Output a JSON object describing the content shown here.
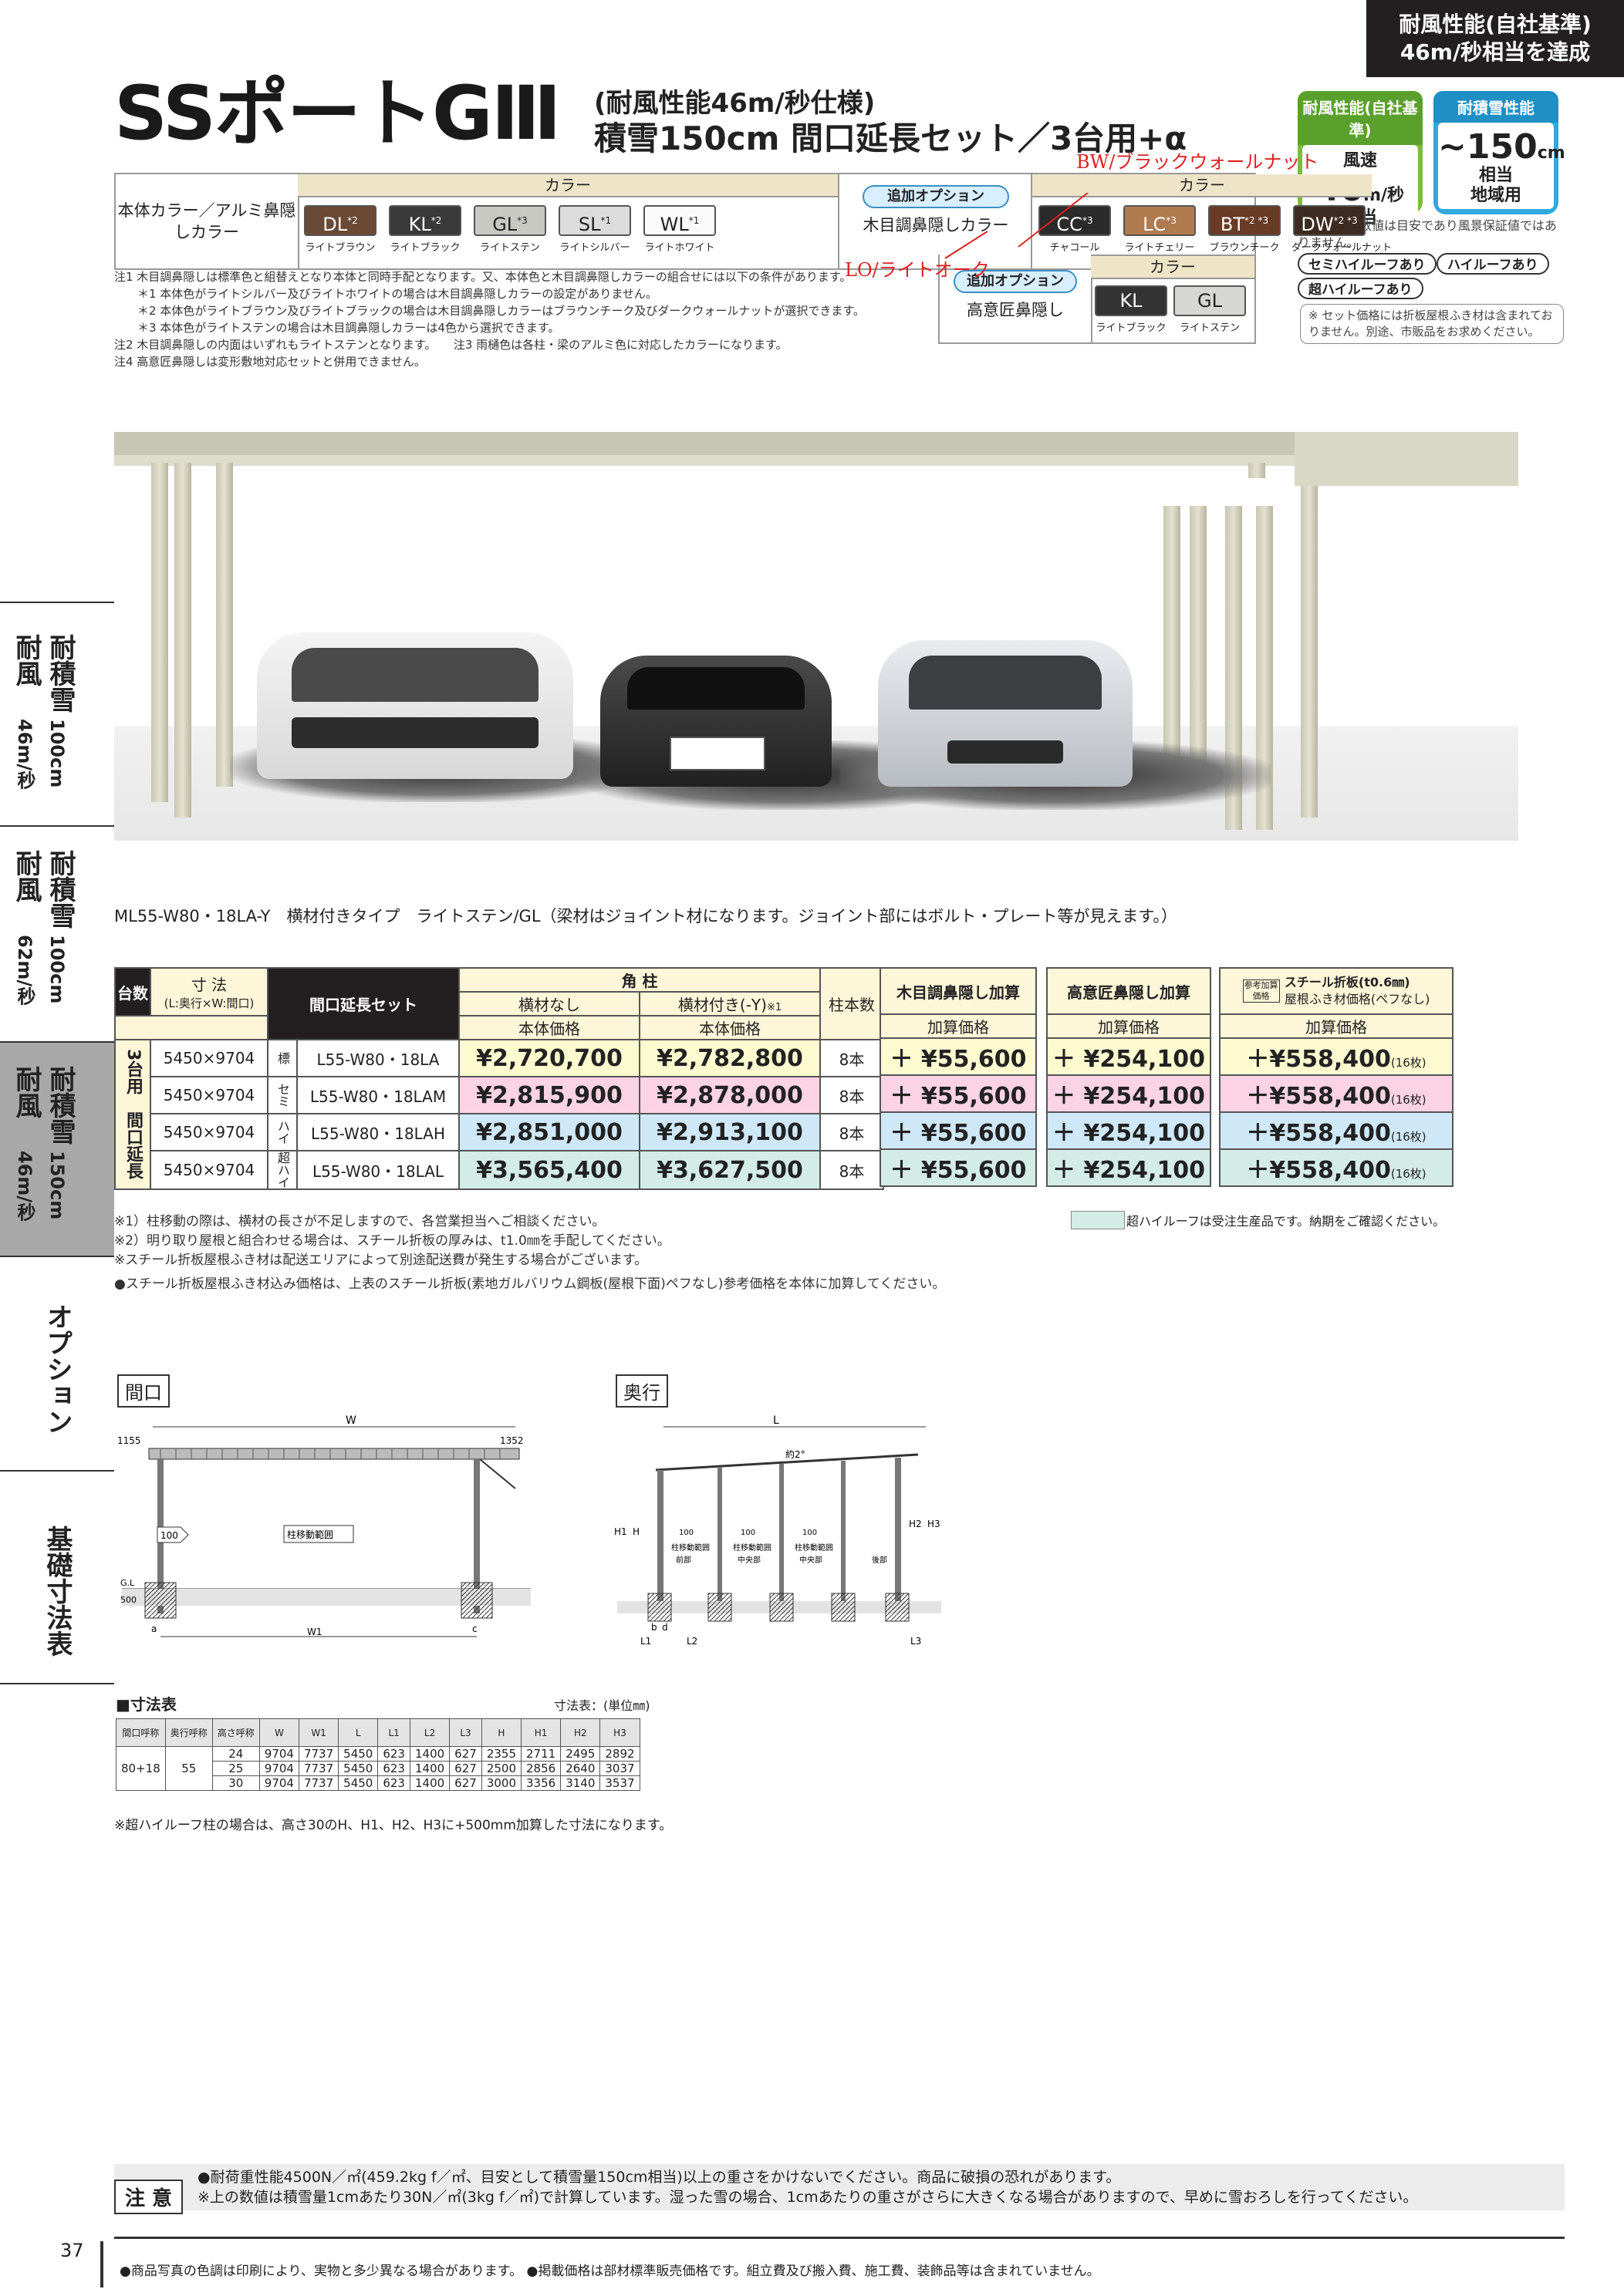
{
  "badge": {
    "line1": "耐風性能(自社基準)",
    "line2": "46m/秒相当を達成"
  },
  "title": {
    "main": "SSポートGⅢ",
    "sub1": "(耐風性能46m/秒仕様)",
    "sub2": "積雪150cm 間口延長セット／3台用+α"
  },
  "perf_wind": {
    "head": "耐風性能(自社基準)",
    "l1": "風速",
    "l2": "46",
    "unit": "m/秒",
    "l3": "相当"
  },
  "perf_snow": {
    "head": "耐積雪性能",
    "l1": "~150",
    "unit": "cm",
    "l2": "相当",
    "l3": "地域用"
  },
  "perf_note": "耐風性能の数値は目安であり風景保証値ではありません。",
  "roof_pills": [
    "セミハイルーフあり",
    "ハイルーフあり",
    "超ハイルーフあり"
  ],
  "roof_note": "※ セット価格には折板屋根ふき材は含まれておりません。別途、市販品をお求めください。",
  "color_table": {
    "label": "本体カラー／アルミ鼻隠しカラー",
    "header_color": "カラー",
    "swatches": [
      {
        "code": "DL",
        "mark": "*2",
        "name": "ライトブラウン",
        "bg": "#6b4a35",
        "fg": "#fff"
      },
      {
        "code": "KL",
        "mark": "*2",
        "name": "ライトブラック",
        "bg": "#3a3a3a",
        "fg": "#fff"
      },
      {
        "code": "GL",
        "mark": "*3",
        "name": "ライトステン",
        "bg": "#c9c9c4",
        "fg": "#222"
      },
      {
        "code": "SL",
        "mark": "*1",
        "name": "ライトシルバー",
        "bg": "#dcdcdc",
        "fg": "#222"
      },
      {
        "code": "WL",
        "mark": "*1",
        "name": "ライトホワイト",
        "bg": "#fafafa",
        "fg": "#222"
      }
    ],
    "option_label": "追加オプション",
    "option_text": "木目調鼻隠しカラー",
    "wood_header": "カラー",
    "wood_swatches": [
      {
        "code": "CC",
        "mark": "*3",
        "name": "チャコール",
        "bg": "#2b2b2b",
        "fg": "#fff"
      },
      {
        "code": "LC",
        "mark": "*3",
        "name": "ライトチェリー",
        "bg": "#b07a4f",
        "fg": "#fff"
      },
      {
        "code": "BT",
        "mark": "*2 *3",
        "name": "ブラウンチーク",
        "bg": "#6a3b26",
        "fg": "#fff"
      },
      {
        "code": "DW",
        "mark": "*2 *3",
        "name": "ダークウォールナット",
        "bg": "#3d2a20",
        "fg": "#fff"
      }
    ],
    "option2_label": "追加オプション",
    "option2_text": "高意匠鼻隠し",
    "option2_header": "カラー",
    "option2_swatches": [
      {
        "code": "KL",
        "name": "ライトブラック",
        "bg": "#333",
        "fg": "#fff"
      },
      {
        "code": "GL",
        "name": "ライトステン",
        "bg": "#d6d6d2",
        "fg": "#222"
      }
    ]
  },
  "handwriting": {
    "bw": "BW/ブラックウォールナット",
    "lo": "LO/ライトオーク"
  },
  "notes": [
    "注1 木目調鼻隠しは標準色と組替えとなり本体と同時手配となります。又、本体色と木目調鼻隠しカラーの組合せには以下の条件があります。",
    "　　＊1 本体色がライトシルバー及びライトホワイトの場合は木目調鼻隠しカラーの設定がありません。",
    "　　＊2 本体色がライトブラウン及びライトブラックの場合は木目調鼻隠しカラーはブラウンチーク及びダークウォールナットが選択できます。",
    "　　＊3 本体色がライトステンの場合は木目調鼻隠しカラーは4色から選択できます。",
    "注2 木目調鼻隠しの内面はいずれもライトステンとなります。　　注3 雨樋色は各柱・梁のアルミ色に対応したカラーになります。",
    "注4 高意匠鼻隠しは変形敷地対応セットと併用できません。"
  ],
  "caption": "ML55-W80・18LA-Y　横材付きタイプ　ライトステン/GL（梁材はジョイント材になります。ジョイント部にはボルト・プレート等が見えます。）",
  "side_tabs": [
    {
      "t1": "耐積雪",
      "t2": "耐風",
      "n1": "100cm",
      "n2": "46m/秒"
    },
    {
      "t1": "耐積雪",
      "t2": "耐風",
      "n1": "100cm",
      "n2": "62m/秒"
    },
    {
      "t1": "耐積雪",
      "t2": "耐風",
      "n1": "150cm",
      "n2": "46m/秒"
    },
    {
      "t1": "オプション"
    },
    {
      "t1": "基礎寸法表"
    }
  ],
  "price_table": {
    "h_units": "台数",
    "h_size": "寸 法",
    "h_size_sub": "(L:奥行×W:間口)",
    "h_set": "間口延長セット",
    "h_kaku": "角 柱",
    "h_noyoko": "横材なし",
    "h_yoko": "横材付き(-Y)",
    "h_yoko_mark": "※1",
    "h_body": "本体価格",
    "h_posts": "柱本数",
    "group_label": "3台用",
    "group_label2": "間口延長",
    "rows": [
      {
        "size": "5450×9704",
        "type": "標",
        "code": "L55-W80・18LA",
        "p1": "¥2,720,700",
        "p2": "¥2,782,800",
        "posts": "8本"
      },
      {
        "size": "5450×9704",
        "type": "セミ",
        "code": "L55-W80・18LAM",
        "p1": "¥2,815,900",
        "p2": "¥2,878,000",
        "posts": "8本"
      },
      {
        "size": "5450×9704",
        "type": "ハイ",
        "code": "L55-W80・18LAH",
        "p1": "¥2,851,000",
        "p2": "¥2,913,100",
        "posts": "8本"
      },
      {
        "size": "5450×9704",
        "type": "超ハイ",
        "code": "L55-W80・18LAL",
        "p1": "¥3,565,400",
        "p2": "¥3,627,500",
        "posts": "8本"
      }
    ],
    "add1_title": "木目調鼻隠し加算",
    "add1_sub": "加算価格",
    "add1_val": "＋ ¥55,600",
    "add2_title": "高意匠鼻隠し加算",
    "add2_sub": "加算価格",
    "add2_val": "＋ ¥254,100",
    "add3_badge": "参考加算価格",
    "add3_title": "スチール折板(t0.6㎜)",
    "add3_title2": "屋根ふき材価格(ペフなし)",
    "add3_sub": "加算価格",
    "add3_val": "＋¥558,400",
    "add3_cnt": "(16枚)",
    "legend_note": "超ハイルーフは受注生産品です。納期をご確認ください。"
  },
  "footnotes": [
    "※1）柱移動の際は、横材の長さが不足しますので、各営業担当へご相談ください。",
    "※2）明り取り屋根と組合わせる場合は、スチール折板の厚みは、t1.0㎜を手配してください。",
    "※スチール折板屋根ふき材は配送エリアによって別途配送費が発生する場合がございます。",
    "●スチール折板屋根ふき材込み価格は、上表のスチール折板(素地ガルバリウム鋼板(屋根下面)ペフなし)参考価格を本体に加算してください。"
  ],
  "diagrams": {
    "front_label": "間口",
    "side_label": "奥行",
    "W": "W",
    "W1": "W1",
    "L": "L",
    "d1155": "1155",
    "d1352": "1352",
    "move": "柱移動範囲",
    "gl": "G.L",
    "d500": "500",
    "a": "a",
    "c": "c",
    "angle": "約2°",
    "H": "H",
    "H1": "H1",
    "H2": "H2",
    "H3": "H3",
    "L1": "L1",
    "L2": "L2",
    "L3": "L3",
    "b": "b",
    "d": "d",
    "mv1": "柱移動範囲",
    "mv2": "柱移動範囲",
    "mv3": "柱移動範囲",
    "z1": "前部",
    "z2": "中央部",
    "z3": "中央部",
    "z4": "後部",
    "arrow": "100"
  },
  "dim_table": {
    "title": "■寸法表",
    "unit": "寸法表：(単位㎜)",
    "headers": [
      "間口呼称",
      "奥行呼称",
      "高さ呼称",
      "W",
      "W1",
      "L",
      "L1",
      "L2",
      "L3",
      "H",
      "H1",
      "H2",
      "H3"
    ],
    "w_name": "80+18",
    "l_name": "55",
    "rows": [
      [
        "24",
        "9704",
        "7737",
        "5450",
        "623",
        "1400",
        "627",
        "2355",
        "2711",
        "2495",
        "2892"
      ],
      [
        "25",
        "9704",
        "7737",
        "5450",
        "623",
        "1400",
        "627",
        "2500",
        "2856",
        "2640",
        "3037"
      ],
      [
        "30",
        "9704",
        "7737",
        "5450",
        "623",
        "1400",
        "627",
        "3000",
        "3356",
        "3140",
        "3537"
      ]
    ],
    "note": "※超ハイルーフ柱の場合は、高さ30のH、H1、H2、H3に+500mm加算した寸法になります。"
  },
  "caution": {
    "badge": "注 意",
    "l1": "●耐荷重性能4500N／㎡(459.2kg f／㎡、目安として積雪量150cm相当)以上の重さをかけないでください。商品に破損の恐れがあります。",
    "l2": "※上の数値は積雪量1cmあたり30N／㎡(3kg f／㎡)で計算しています。湿った雪の場合、1cmあたりの重さがさらに大きくなる場合がありますので、早めに雪おろしを行ってください。"
  },
  "page_no": "37",
  "bottom_note": "●商品写真の色調は印刷により、実物と多少異なる場合があります。 ●掲載価格は部材標準販売価格です。組立費及び搬入費、施工費、装飾品等は含まれていません。"
}
